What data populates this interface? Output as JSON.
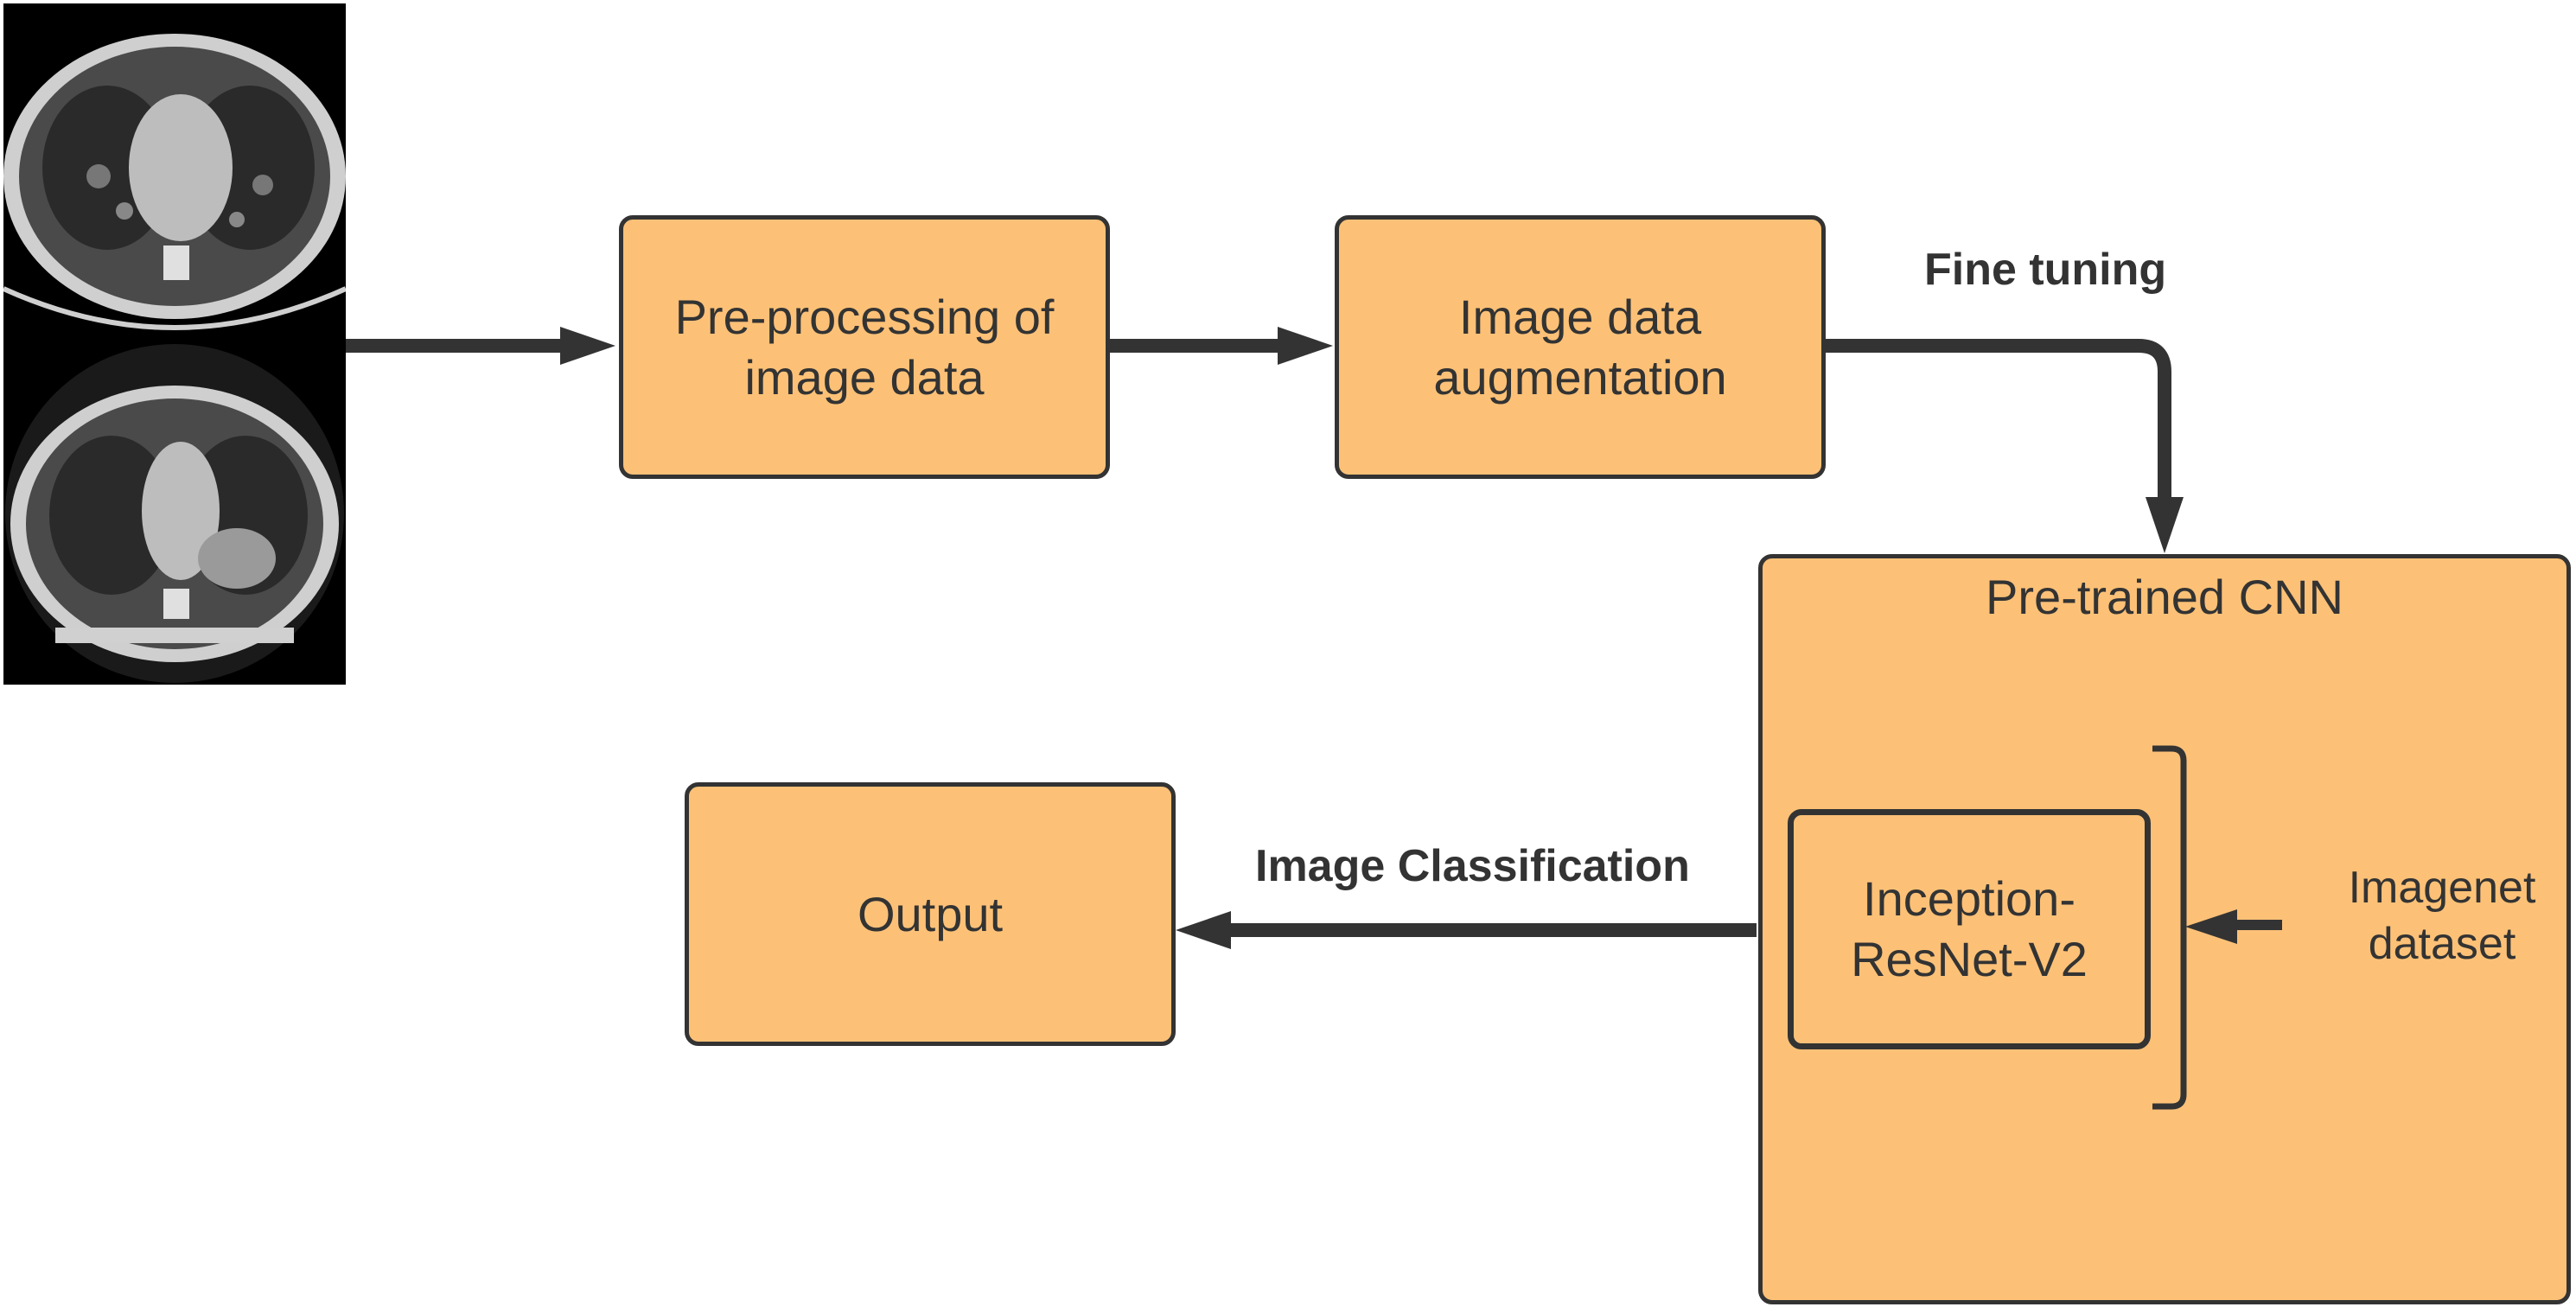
{
  "diagram": {
    "nodes": {
      "preprocess": {
        "line1": "Pre-processing of",
        "line2": "image data"
      },
      "augment": {
        "line1": "Image data",
        "line2": "augmentation"
      },
      "cnn": {
        "title": "Pre-trained CNN"
      },
      "inception": {
        "line1": "Inception-",
        "line2": "ResNet-V2"
      },
      "imagenet": {
        "line1": "Imagenet",
        "line2": "dataset"
      },
      "output": {
        "label": "Output"
      }
    },
    "edges": {
      "fine_tuning": "Fine tuning",
      "classification": "Image Classification"
    },
    "colors": {
      "box_fill": "#fcc177",
      "stroke": "#333333",
      "scan_background": "#000000"
    }
  }
}
